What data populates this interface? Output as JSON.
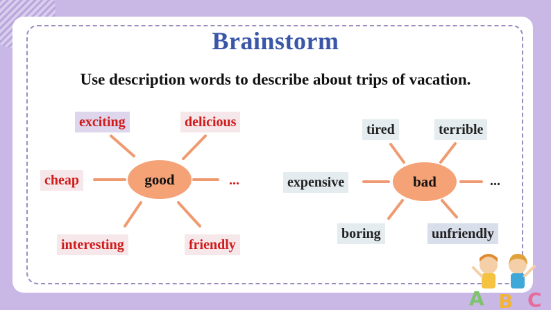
{
  "title": "Brainstorm",
  "instruction": "Use description words to describe about trips of vacation.",
  "left_map": {
    "center": "good",
    "words": [
      "exciting",
      "delicious",
      "cheap",
      "...",
      "interesting",
      "friendly"
    ]
  },
  "right_map": {
    "center": "bad",
    "words": [
      "tired",
      "terrible",
      "expensive",
      "...",
      "boring",
      "unfriendly"
    ]
  },
  "decoration_letters": [
    "A",
    "B",
    "C"
  ],
  "colors": {
    "background": "#c9b8e6",
    "title": "#3a56a7",
    "hub": "#f4a276",
    "spoke": "#ef9a70",
    "positive_words": "#d11a1a"
  }
}
